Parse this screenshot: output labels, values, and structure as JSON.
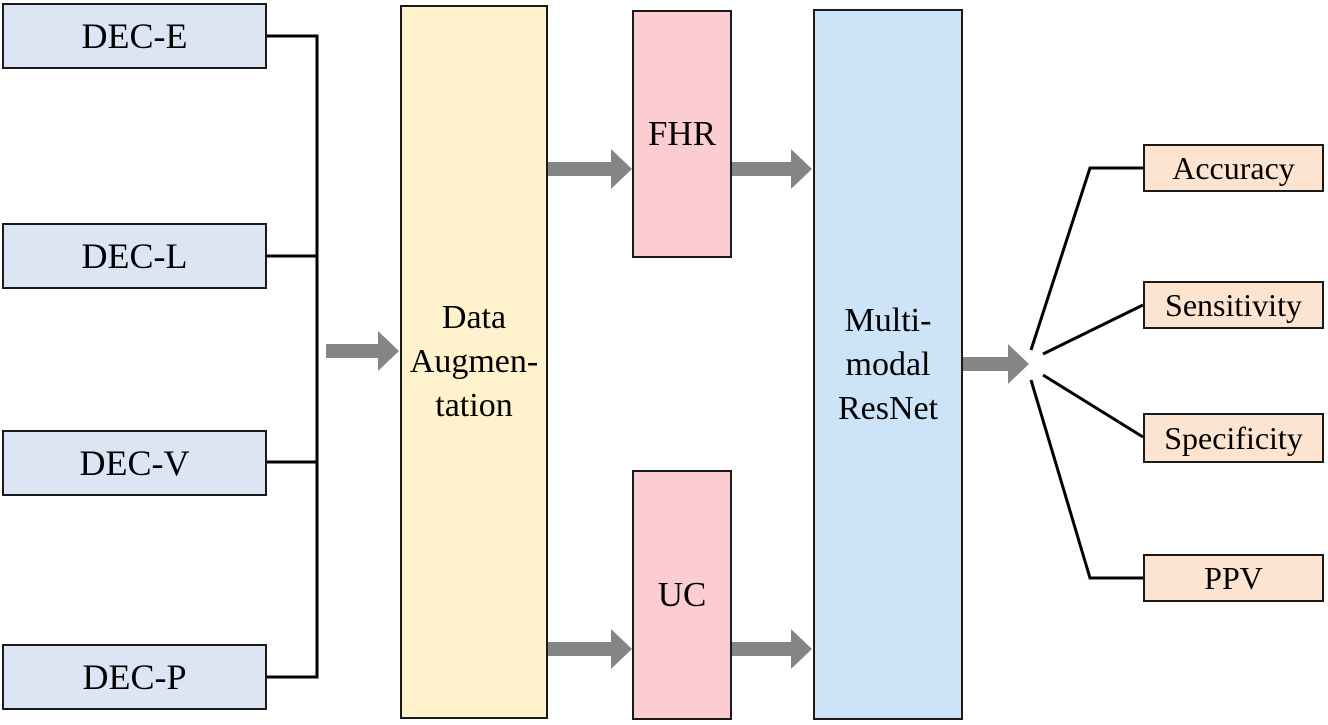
{
  "diagram": {
    "inputs": [
      {
        "label": "DEC-E"
      },
      {
        "label": "DEC-L"
      },
      {
        "label": "DEC-V"
      },
      {
        "label": "DEC-P"
      }
    ],
    "augmentation": {
      "label": "Data\nAugmen-\ntation"
    },
    "signals": [
      {
        "label": "FHR"
      },
      {
        "label": "UC"
      }
    ],
    "model": {
      "label": "Multi-\nmodal\nResNet"
    },
    "outputs": [
      {
        "label": "Accuracy"
      },
      {
        "label": "Sensitivity"
      },
      {
        "label": "Specificity"
      },
      {
        "label": "PPV"
      }
    ],
    "colors": {
      "input_fill": "#dbe5f3",
      "augment_fill": "#fff2cc",
      "signal_fill": "#fccdd0",
      "model_fill": "#cde3f7",
      "output_fill": "#fce4d0",
      "arrow_gray": "#858585",
      "line_black": "#000000"
    }
  }
}
